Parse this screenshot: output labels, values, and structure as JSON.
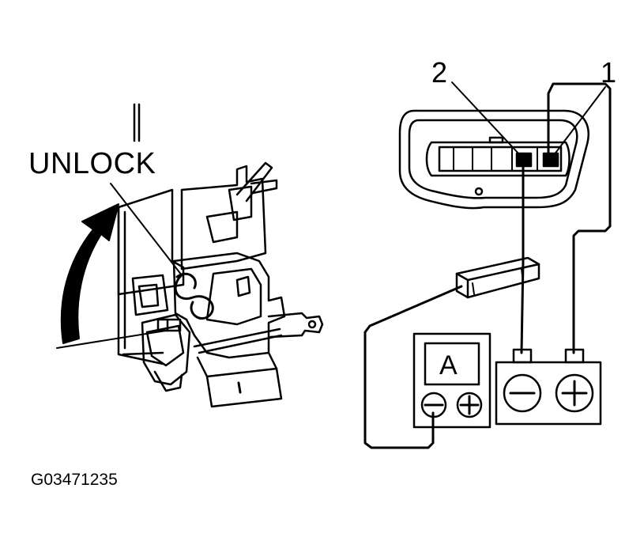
{
  "labels": {
    "unlock": "UNLOCK",
    "callout_2": "2",
    "callout_1": "1",
    "ammeter_symbol": "A",
    "figure_code": "G03471235"
  },
  "icons": {
    "ammeter_negative": "minus-icon",
    "ammeter_positive": "plus-icon",
    "battery_negative": "minus-icon",
    "battery_positive": "plus-icon",
    "rotation_arrow": "curved-arrow-icon"
  },
  "colors": {
    "ink": "#000000",
    "background": "#ffffff"
  }
}
